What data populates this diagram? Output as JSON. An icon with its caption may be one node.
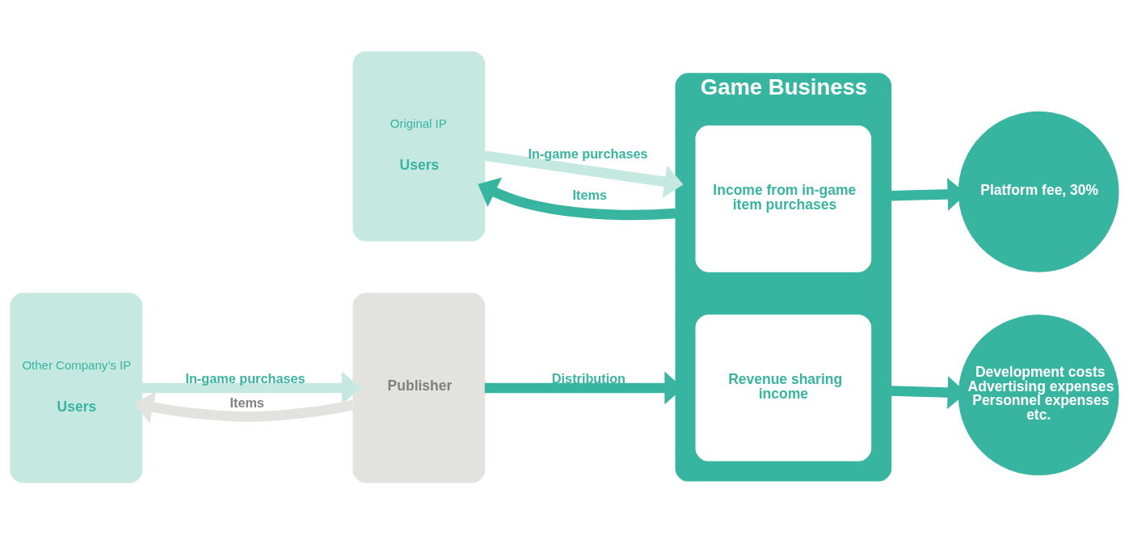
{
  "diagram": {
    "nodes": [
      {
        "text": [
          "Original IP",
          "Users"
        ]
      },
      {
        "text": [
          "Other Company’s IP",
          "Users"
        ]
      },
      {
        "text": [
          "Publisher"
        ]
      },
      {
        "text": [
          "Game Business"
        ]
      },
      {
        "text": [
          "Income from in-game item purchases"
        ],
        "in": 3
      },
      {
        "text": [
          "Revenue sharing income"
        ],
        "in": 3
      },
      {
        "text": [
          "Platform fee, 30%"
        ]
      },
      {
        "text": [
          "Development costs Advertising expenses Personnel expenses etc."
        ]
      }
    ],
    "edges": [
      {
        "from": 0,
        "to": 3,
        "arrow": "to",
        "label": "In-game purchases",
        "color": "#c5e8e0"
      },
      {
        "from": 3,
        "to": 0,
        "arrow": "to",
        "label": "Items"
      },
      {
        "from": 1,
        "to": 2,
        "arrow": "to",
        "label": "In-game purchases",
        "color": "#c5e8e0"
      },
      {
        "from": 2,
        "to": 1,
        "arrow": "to",
        "label": "Items",
        "color": "#e2e2de"
      },
      {
        "from": 2,
        "to": 3,
        "arrow": "to",
        "label": "Distribution"
      },
      {
        "from": 3,
        "to": 6,
        "arrow": "to"
      },
      {
        "from": 3,
        "to": 7,
        "arrow": "to"
      }
    ]
  }
}
